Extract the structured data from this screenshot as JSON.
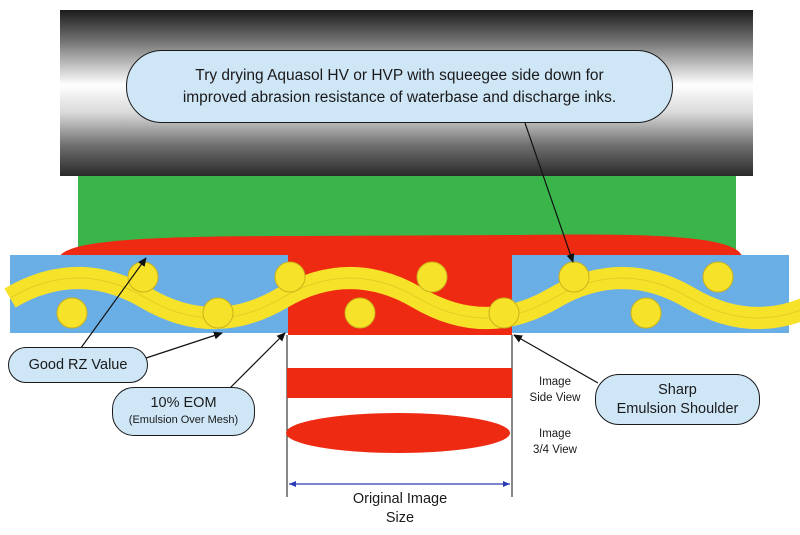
{
  "callouts": {
    "top_tip": {
      "line1": "Try drying Aquasol HV or HVP with squeegee side down for",
      "line2": "improved abrasion resistance of waterbase and discharge inks."
    },
    "rz": {
      "text": "Good RZ Value"
    },
    "eom": {
      "line1": "10% EOM",
      "line2": "(Emulsion Over Mesh)"
    },
    "shoulder": {
      "line1": "Sharp",
      "line2": "Emulsion Shoulder"
    }
  },
  "labels": {
    "image_side_view_1": "Image",
    "image_side_view_2": "Side View",
    "image_34_view_1": "Image",
    "image_34_view_2": "3/4 View",
    "original_size_1": "Original Image",
    "original_size_2": "Size"
  },
  "colors": {
    "squeegee_gradient": [
      "#1c1c1c",
      "#ffffff",
      "#2a2a2a"
    ],
    "substrate_green": "#39b54a",
    "ink_red": "#ee2a12",
    "emulsion_blue": "#6aaee6",
    "mesh_thread_yellow": "#f7e22a",
    "callout_fill": "#cfe6f7",
    "dimension_line": "#2b3ab5"
  }
}
